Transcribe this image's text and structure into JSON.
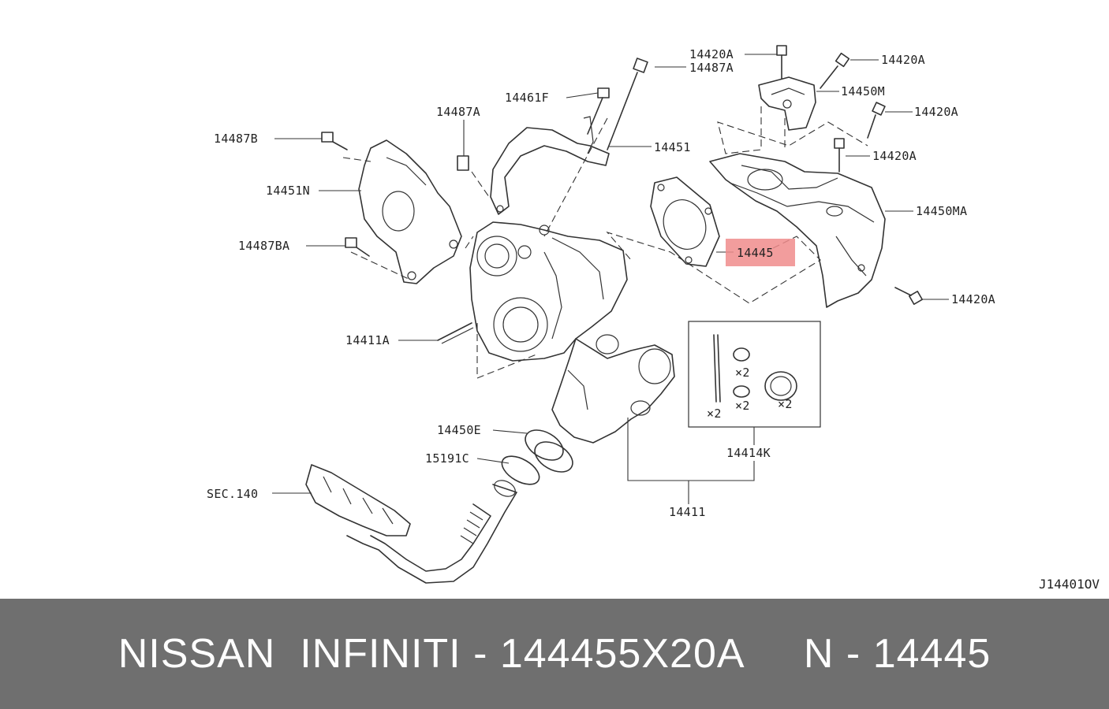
{
  "diagram": {
    "code": "J14401OV",
    "highlight_color": "#f08c8c",
    "highlighted_part": "14445",
    "labels": {
      "l_14420A_a": "14420A",
      "l_14487A_a": "14487A",
      "l_14420A_b": "14420A",
      "l_14461F": "14461F",
      "l_14450M": "14450M",
      "l_14487A_b": "14487A",
      "l_14420A_c": "14420A",
      "l_14487B": "14487B",
      "l_14451": "14451",
      "l_14420A_d": "14420A",
      "l_14451N": "14451N",
      "l_14450MA": "14450MA",
      "l_14487BA": "14487BA",
      "l_14445": "14445",
      "l_14420A_e": "14420A",
      "l_14411A": "14411A",
      "l_x2_a": "×2",
      "l_x2_b": "×2",
      "l_x2_c": "×2",
      "l_x2_d": "×2",
      "l_14450E": "14450E",
      "l_15191C": "15191C",
      "l_14414K": "14414K",
      "l_SEC140": "SEC.140",
      "l_14411": "14411"
    }
  },
  "footer": {
    "text": "NISSAN  INFINITI - 144455X20A     N - 14445",
    "background": "#6f6f6f"
  }
}
